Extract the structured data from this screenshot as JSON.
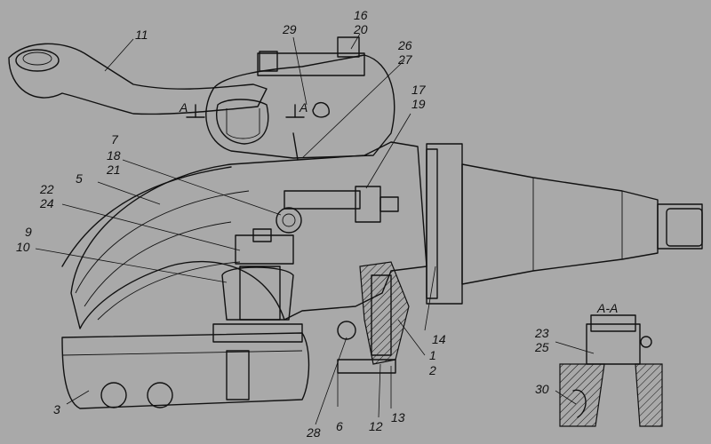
{
  "labels": {
    "l1": "1",
    "l2": "2",
    "l3": "3",
    "l5": "5",
    "l6": "6",
    "l7": "7",
    "l9": "9",
    "l10": "10",
    "l11": "11",
    "l12": "12",
    "l13": "13",
    "l14": "14",
    "l16": "16",
    "l17": "17",
    "l18": "18",
    "l19": "19",
    "l20": "20",
    "l21": "21",
    "l22": "22",
    "l23": "23",
    "l24": "24",
    "l25": "25",
    "l26": "26",
    "l27": "27",
    "l28": "28",
    "l29": "29",
    "l30": "30"
  },
  "section": {
    "marker_left": "A",
    "marker_right": "A",
    "title": "A-A"
  }
}
